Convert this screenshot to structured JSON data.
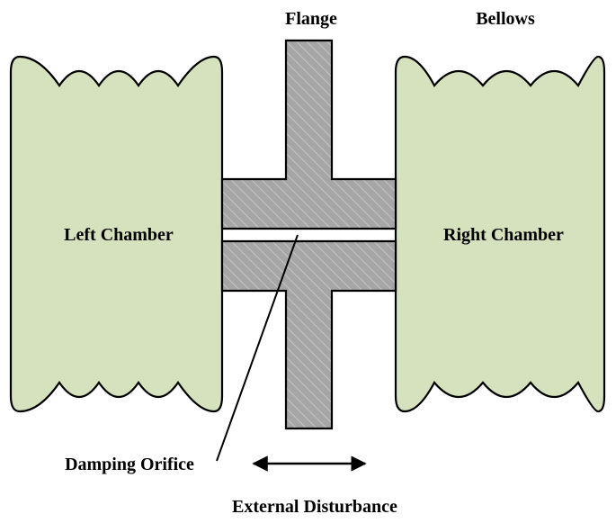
{
  "labels": {
    "flange": "Flange",
    "bellows": "Bellows",
    "left_chamber": "Left Chamber",
    "right_chamber": "Right Chamber",
    "damping_orifice": "Damping Orifice",
    "external_disturbance": "External Disturbance"
  },
  "colors": {
    "chamber_fill": "#d6e2bd",
    "flange_fill": "#a6a6a6",
    "hatch": "#c4c4c4",
    "stroke": "#000000"
  }
}
